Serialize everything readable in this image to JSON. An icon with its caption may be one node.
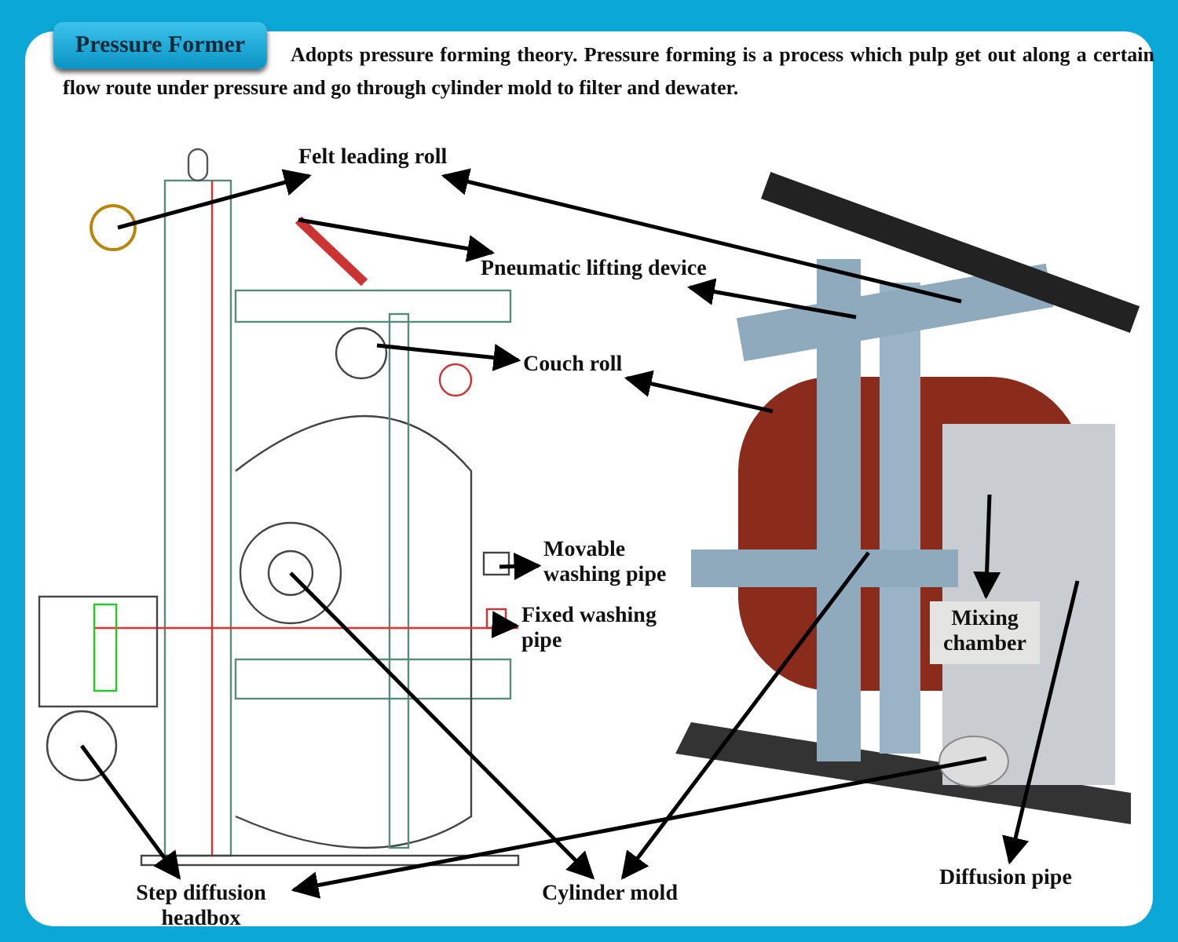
{
  "diagram": {
    "title": "Pressure Former",
    "nodes": [
      {
        "text": [
          "Felt leading roll"
        ]
      },
      {
        "text": [
          "Pneumatic lifting device"
        ]
      },
      {
        "text": [
          "Couch roll"
        ]
      },
      {
        "text": [
          "Movable washing pipe"
        ]
      },
      {
        "text": [
          "Fixed washing pipe"
        ]
      },
      {
        "text": [
          "Mixing chamber"
        ]
      },
      {
        "text": [
          "Step diffusion headbox"
        ]
      },
      {
        "text": [
          "Cylinder mold"
        ]
      },
      {
        "text": [
          "Diffusion pipe"
        ]
      }
    ],
    "edges": [
      {
        "from": null,
        "to": 0,
        "arrow": "to"
      },
      {
        "from": null,
        "to": 0,
        "arrow": "to"
      },
      {
        "from": null,
        "to": 1,
        "arrow": "to"
      },
      {
        "from": null,
        "to": 1,
        "arrow": "to"
      },
      {
        "from": null,
        "to": 2,
        "arrow": "to"
      },
      {
        "from": null,
        "to": 2,
        "arrow": "to"
      },
      {
        "from": null,
        "to": 3,
        "arrow": "to"
      },
      {
        "from": null,
        "to": 4,
        "arrow": "to"
      },
      {
        "from": null,
        "to": 5,
        "arrow": "to"
      },
      {
        "from": null,
        "to": 6,
        "arrow": "to"
      },
      {
        "from": null,
        "to": 6,
        "arrow": "to"
      },
      {
        "from": null,
        "to": 7,
        "arrow": "to"
      },
      {
        "from": null,
        "to": 7,
        "arrow": "to"
      },
      {
        "from": null,
        "to": 8,
        "arrow": "to"
      }
    ],
    "labels": [
      "Adopts pressure forming theory. Pressure forming is a process which pulp get out along a certain flow route under pressure and go through cylinder mold to filter and dewater."
    ]
  }
}
